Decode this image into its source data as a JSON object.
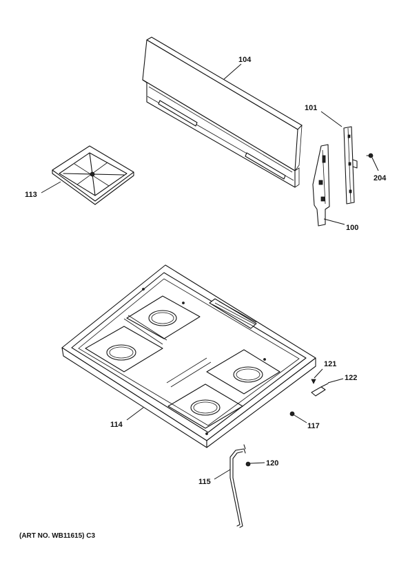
{
  "parts": {
    "backsplash": "104",
    "end_cap_bracket": "101",
    "end_cap": "100",
    "screw_204": "204",
    "burner_grate": "113",
    "cooktop": "114",
    "screw_121": "121",
    "valve_122": "122",
    "clip_117": "117",
    "screw_120": "120",
    "rod_115": "115"
  },
  "art_number": "(ART NO. WB11615) C3"
}
